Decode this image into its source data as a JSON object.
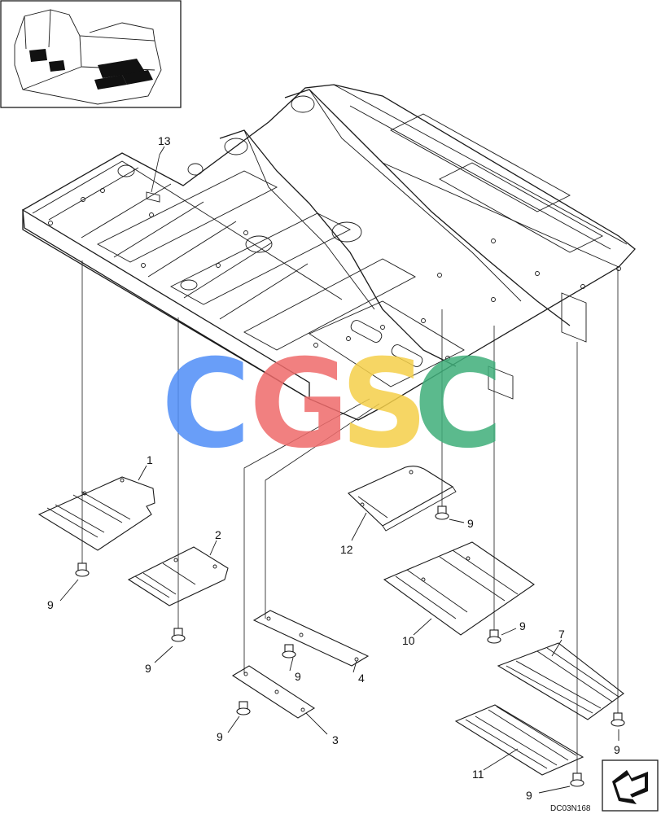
{
  "callouts": {
    "c1": "1",
    "c2": "2",
    "c3": "3",
    "c4": "4",
    "c7": "7",
    "c10": "10",
    "c11": "11",
    "c12": "12",
    "c13": "13",
    "c9a": "9",
    "c9b": "9",
    "c9c": "9",
    "c9d": "9",
    "c9e": "9",
    "c9f": "9",
    "c9g": "9",
    "c9h": "9"
  },
  "drawing_code": "DC03N168",
  "watermark": {
    "letters": [
      "C",
      "G",
      "S",
      "C"
    ],
    "colors": [
      "#4f8ef7",
      "#ef6b6b",
      "#f5d04a",
      "#3fae7a"
    ]
  }
}
